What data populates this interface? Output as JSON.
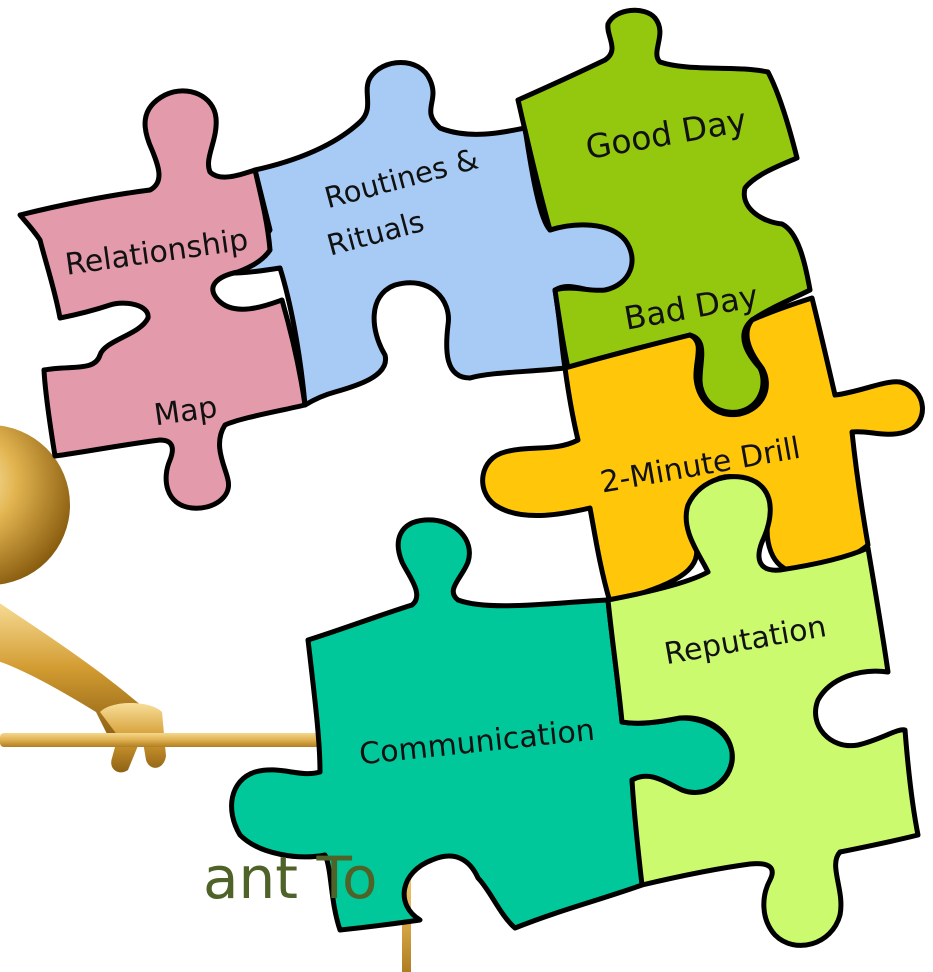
{
  "pieces": {
    "relationship": {
      "top_label": "Relationship",
      "bottom_label": "Map",
      "color": "#E39AAA"
    },
    "routines": {
      "line1": "Routines &",
      "line2": "Rituals",
      "color": "#A7CBF5"
    },
    "day": {
      "top_label": "Good Day",
      "bottom_label": "Bad Day",
      "color": "#93C80E"
    },
    "drill": {
      "label": "2-Minute Drill",
      "color": "#FFC60A"
    },
    "communication": {
      "label": "Communication",
      "color": "#00C89A"
    },
    "reputation": {
      "label": "Reputation",
      "color": "#CCFA6E"
    }
  },
  "outline_color": "#000000",
  "figure": {
    "name": "gold-figure",
    "color": "#D9A640"
  },
  "caption": {
    "text": "ant To",
    "color": "#4F6228"
  }
}
